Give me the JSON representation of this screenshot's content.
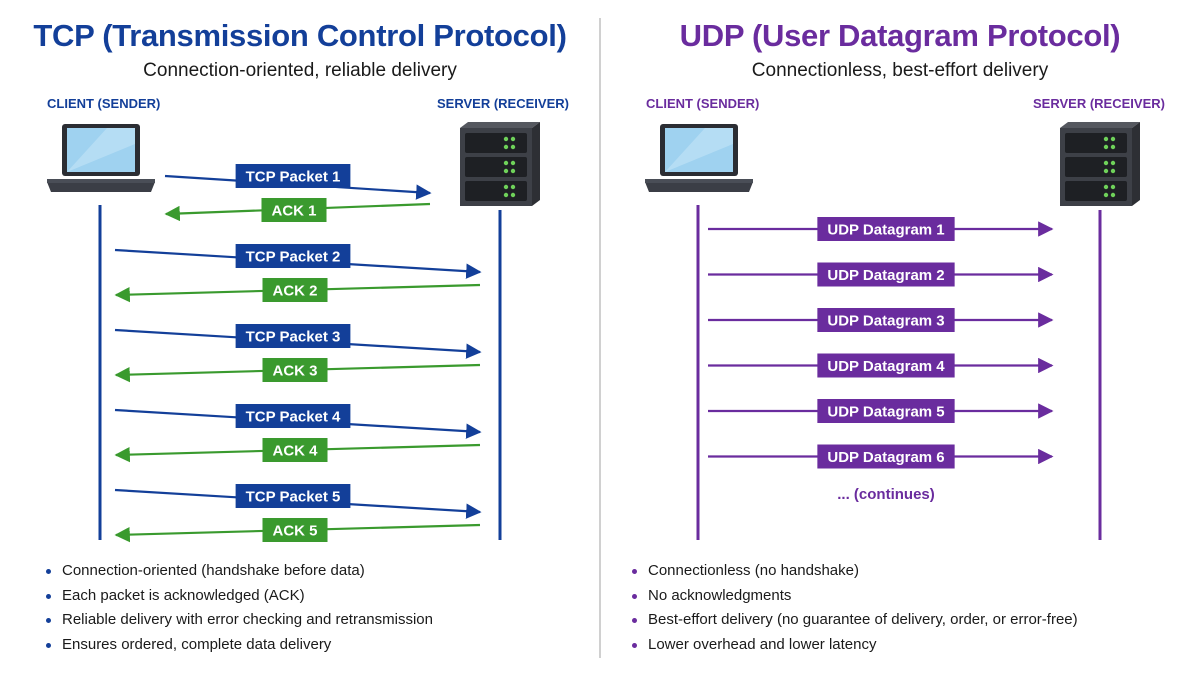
{
  "colors": {
    "tcp_accent": "#133f99",
    "ack_green": "#3a9a2e",
    "udp_accent": "#6a2c9e",
    "divider": "#d0d0d0"
  },
  "tcp": {
    "title": "TCP (Transmission Control Protocol)",
    "subtitle": "Connection-oriented, reliable delivery",
    "client_label": "CLIENT (SENDER)",
    "server_label": "SERVER (RECEIVER)",
    "client_icon": "laptop-icon",
    "server_icon": "server-rack-icon",
    "exchanges": [
      {
        "packet": "TCP Packet 1",
        "ack": "ACK 1"
      },
      {
        "packet": "TCP Packet 2",
        "ack": "ACK 2"
      },
      {
        "packet": "TCP Packet 3",
        "ack": "ACK 3"
      },
      {
        "packet": "TCP Packet 4",
        "ack": "ACK 4"
      },
      {
        "packet": "TCP Packet 5",
        "ack": "ACK 5"
      }
    ],
    "bullets": [
      "Connection-oriented (handshake before data)",
      "Each packet is acknowledged (ACK)",
      "Reliable delivery with error checking and retransmission",
      "Ensures ordered, complete data delivery"
    ]
  },
  "udp": {
    "title": "UDP (User Datagram Protocol)",
    "subtitle": "Connectionless, best-effort delivery",
    "client_label": "CLIENT (SENDER)",
    "server_label": "SERVER (RECEIVER)",
    "client_icon": "laptop-icon",
    "server_icon": "server-rack-icon",
    "datagrams": [
      "UDP Datagram 1",
      "UDP Datagram 2",
      "UDP Datagram 3",
      "UDP Datagram 4",
      "UDP Datagram 5",
      "UDP Datagram 6"
    ],
    "continues_label": "... (continues)",
    "bullets": [
      "Connectionless (no handshake)",
      "No acknowledgments",
      "Best-effort delivery (no guarantee of delivery, order, or error-free)",
      "Lower overhead and lower latency"
    ]
  }
}
